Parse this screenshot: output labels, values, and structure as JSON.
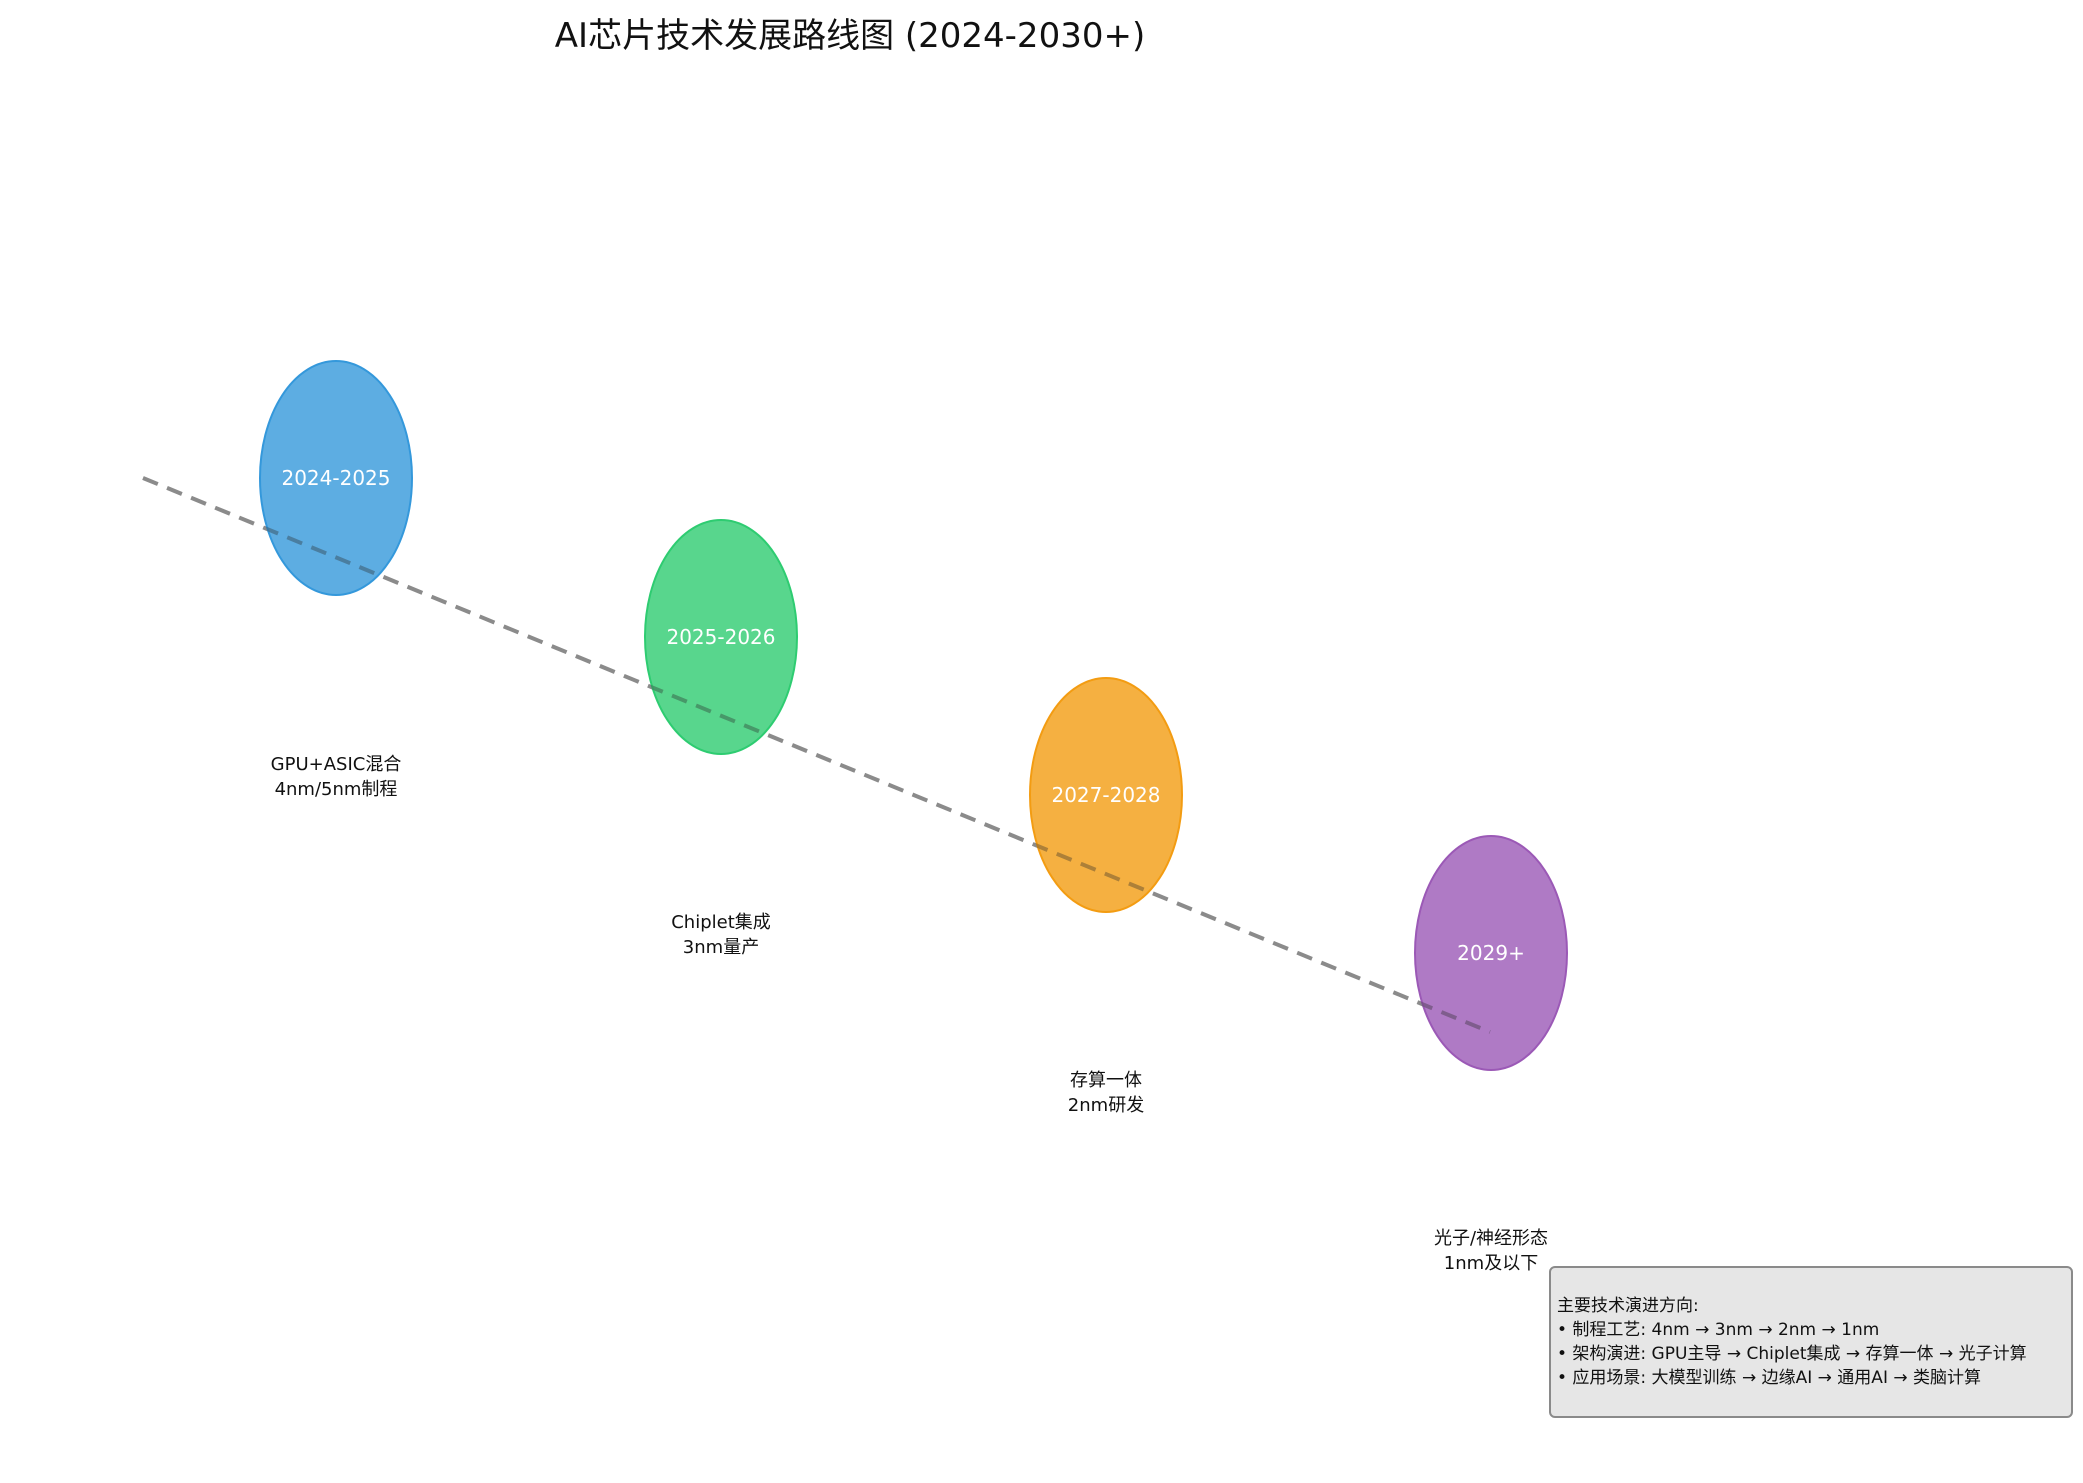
{
  "title": "AI芯片技术发展路线图 (2024-2030+)",
  "colors": {
    "stage_1": "#3498db",
    "stage_2": "#2ecc71",
    "stage_3": "#f39c12",
    "stage_4": "#9b59b6",
    "connector": "#aaaaaa"
  },
  "stages": [
    {
      "period": "2024-2025",
      "desc_line1": "GPU+ASIC混合",
      "desc_line2": "4nm/5nm制程"
    },
    {
      "period": "2025-2026",
      "desc_line1": "Chiplet集成",
      "desc_line2": "3nm量产"
    },
    {
      "period": "2027-2028",
      "desc_line1": "存算一体",
      "desc_line2": "2nm研发"
    },
    {
      "period": "2029+",
      "desc_line1": "光子/神经形态",
      "desc_line2": "1nm及以下"
    }
  ],
  "legend": {
    "heading": "主要技术演进方向:",
    "items": [
      "• 制程工艺: 4nm → 3nm → 2nm → 1nm",
      "• 架构演进: GPU主导 → Chiplet集成 → 存算一体 → 光子计算",
      "• 应用场景: 大模型训练 → 边缘AI → 通用AI → 类脑计算"
    ]
  }
}
